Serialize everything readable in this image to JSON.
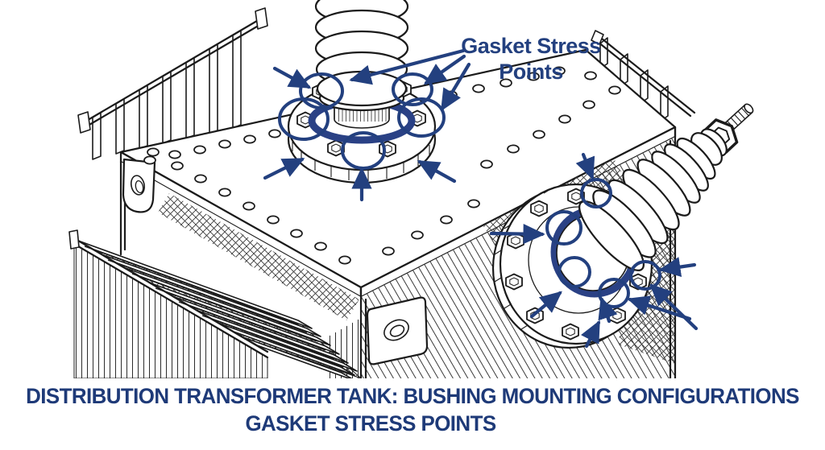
{
  "annotation_label": {
    "line1": "Gasket Stress",
    "line2": "Points"
  },
  "caption": {
    "line1": "DISTRIBUTION TRANSFORMER TANK: BUSHING MOUNTING CONFIGURATIONS",
    "line2": "GASKET STRESS POINTS"
  },
  "colors": {
    "annotation_blue": "#23407f",
    "gasket_blue": "#2a4185",
    "caption_blue": "#1e3a78",
    "line_art": "#1b1b1b",
    "background": "#ffffff"
  },
  "stress_points": {
    "top_bushing_circle_count": 5,
    "side_bushing_circle_count": 5,
    "arrow_count": 15
  }
}
